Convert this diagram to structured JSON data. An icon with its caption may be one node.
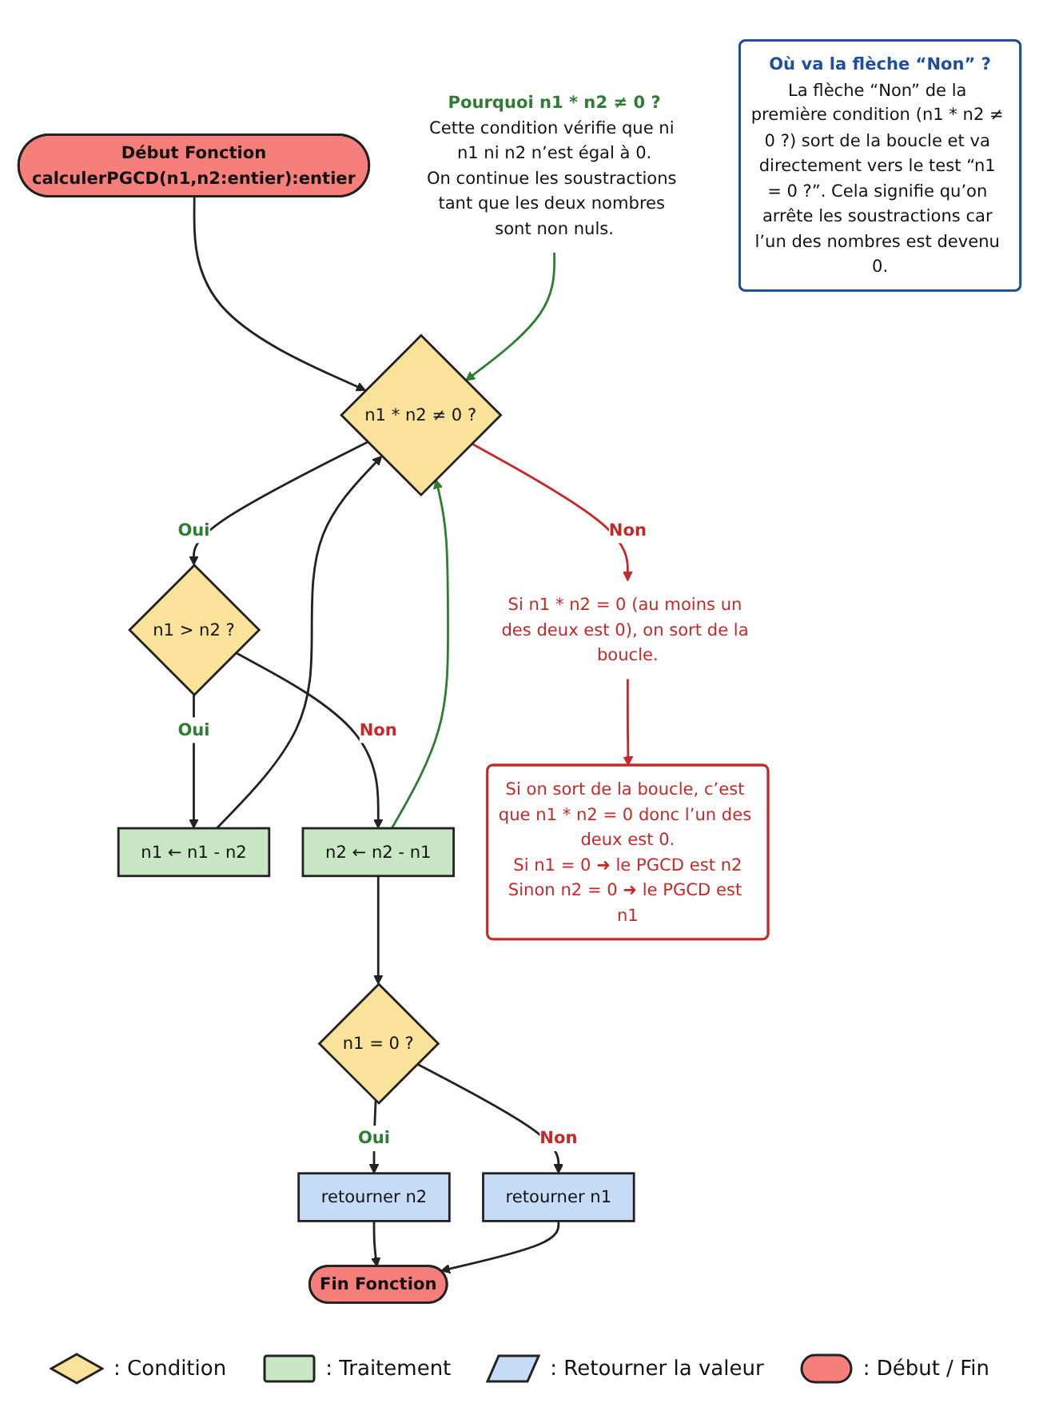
{
  "diagram": {
    "nodes": [
      {
        "text": [
          "Début Fonction",
          "calculerPGCD(n1,n2:entier):entier"
        ]
      },
      {
        "text": [
          "n1 * n2 ≠ 0 ?"
        ]
      },
      {
        "text": [
          "n1 > n2 ?"
        ]
      },
      {
        "text": [
          "n1 ← n1 - n2"
        ]
      },
      {
        "text": [
          "n2 ← n2 - n1"
        ]
      },
      {
        "text": [
          "Pourquoi n1 * n2 ≠ 0 ?",
          "Cette condition vérifie que ni n1 ni n2 n’est égal à 0.",
          "On continue les soustractions tant que les deux nombres sont non nuls."
        ]
      },
      {
        "text": [
          "Si n1 * n2 = 0 (au moins un des deux est 0), on sort de la boucle."
        ]
      },
      {
        "text": [
          "Si on sort de la boucle, c’est que n1 * n2 = 0 donc l’un des deux est 0.",
          "Si n1 = 0 ➜ le PGCD est n2",
          "Sinon n2 = 0 ➜ le PGCD est n1"
        ]
      },
      {
        "text": [
          "n1 = 0 ?"
        ]
      },
      {
        "text": [
          "retourner n2"
        ]
      },
      {
        "text": [
          "retourner n1"
        ]
      },
      {
        "text": [
          "Fin Fonction"
        ]
      },
      {
        "text": [
          "Où va la flèche “Non” ?",
          "La flèche “Non” de la première condition (n1 * n2 ≠ 0 ?) sort de la boucle et va directement vers le test “n1 = 0 ?”. Cela signifie qu’on arrête les soustractions car l’un des nombres est devenu 0."
        ]
      }
    ],
    "edges": [
      {
        "from": 0,
        "to": 1,
        "arrow": "to"
      },
      {
        "from": 1,
        "to": 2,
        "arrow": "to",
        "label": "Oui"
      },
      {
        "from": 1,
        "to": 6,
        "arrow": "to",
        "label": "Non",
        "color": "#c62828"
      },
      {
        "from": 6,
        "to": 7,
        "arrow": "to",
        "color": "#c62828"
      },
      {
        "from": 5,
        "to": 1,
        "arrow": "to",
        "color": "#2e7d32"
      },
      {
        "from": 2,
        "to": 3,
        "arrow": "to",
        "label": "Oui"
      },
      {
        "from": 2,
        "to": 4,
        "arrow": "to",
        "label": "Non"
      },
      {
        "from": 3,
        "to": 1,
        "arrow": "to"
      },
      {
        "from": 4,
        "to": 1,
        "arrow": "to",
        "color": "#2e7d32"
      },
      {
        "from": 4,
        "to": 8,
        "arrow": "to"
      },
      {
        "from": 8,
        "to": 9,
        "arrow": "to",
        "label": "Oui"
      },
      {
        "from": 8,
        "to": 10,
        "arrow": "to",
        "label": "Non"
      },
      {
        "from": 9,
        "to": 11,
        "arrow": "to"
      },
      {
        "from": 10,
        "to": 11,
        "arrow": "to"
      }
    ],
    "legend": [
      {
        "text": ": Condition",
        "color": "#fbe29a"
      },
      {
        "text": ": Traitement",
        "color": "#c8e6c3"
      },
      {
        "text": ": Retourner la valeur",
        "color": "#c6dbf6"
      },
      {
        "text": ": Début / Fin",
        "color": "#f67f7c"
      }
    ]
  }
}
